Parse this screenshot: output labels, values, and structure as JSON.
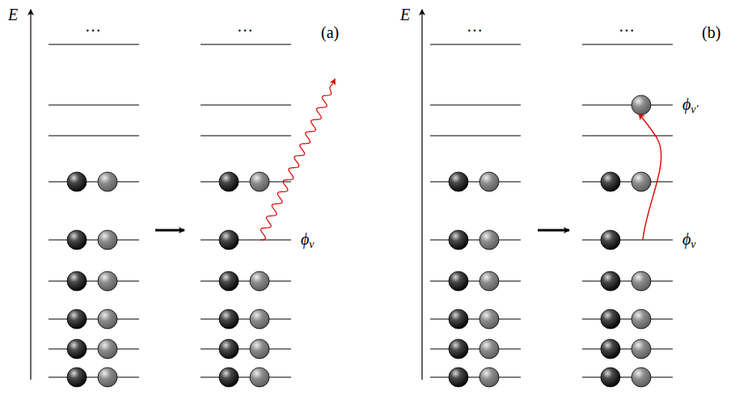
{
  "diagram": {
    "labels": [
      "E",
      "…",
      "…",
      "(a)",
      "ϕν",
      "E",
      "…",
      "…",
      "(b)",
      "ϕν′",
      "ϕν"
    ]
  }
}
